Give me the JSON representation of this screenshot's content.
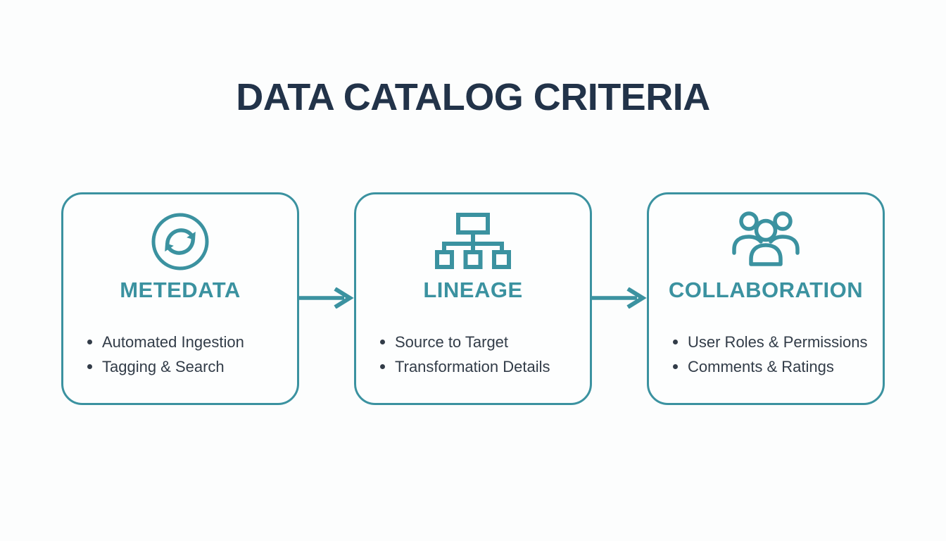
{
  "title": "DATA CATALOG CRITERIA",
  "cards": [
    {
      "id": "metadata",
      "icon": "sync-icon",
      "title": "METEDATA",
      "bullets": [
        "Automated Ingestion",
        "Tagging & Search"
      ]
    },
    {
      "id": "lineage",
      "icon": "hierarchy-icon",
      "title": "LINEAGE",
      "bullets": [
        "Source to Target",
        "Transformation Details"
      ]
    },
    {
      "id": "collaboration",
      "icon": "people-icon",
      "title": "COLLABORATION",
      "bullets": [
        "User Roles & Permissions",
        "Comments & Ratings"
      ]
    }
  ],
  "colors": {
    "accent": "#3B92A0",
    "heading": "#223349",
    "text": "#323C48",
    "background": "#FCFDFD",
    "card-bg": "#FDFEFE"
  }
}
